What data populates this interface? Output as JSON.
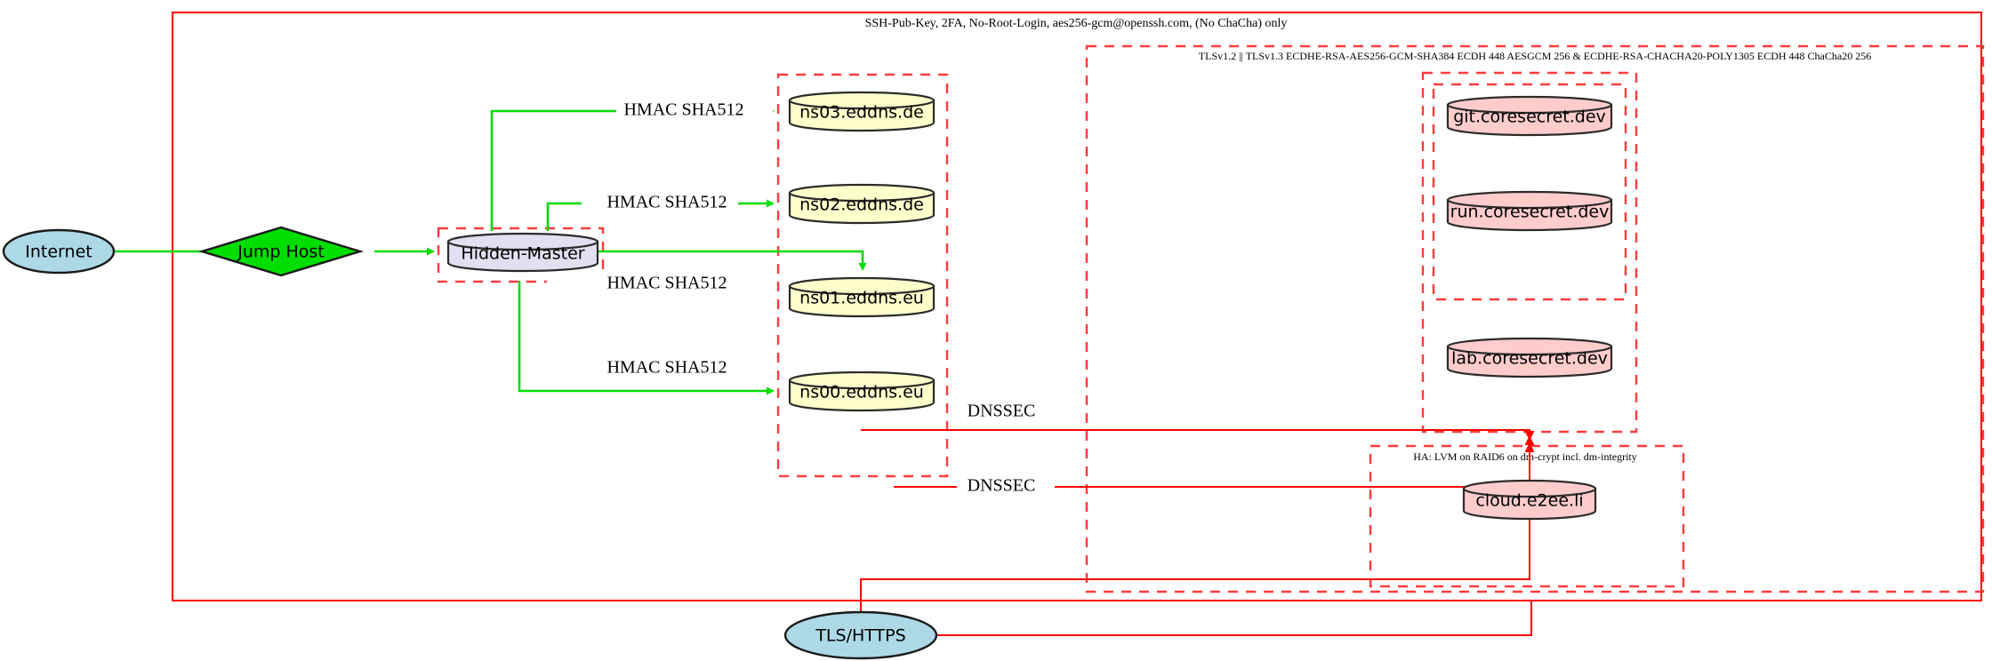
{
  "diagram": {
    "title_note": "SSH-Pub-Key, 2FA, No-Root-Login, aes256-gcm@openssh.com, (No ChaCha) only",
    "colors": {
      "ssh_zone_border": "#ff0000",
      "tls_zone_border": "#ff3b3b",
      "secure_edge": "#00dd00",
      "tls_edge": "#ff0000",
      "internet_fill": "#add8e6",
      "jumphost_fill": "#00dd00",
      "master_fill": "#e0e0f0",
      "dns_fill": "#ffffcc",
      "app_fill": "#ffcccc"
    },
    "clusters": [
      {
        "id": "ssh_zone",
        "label": "SSH-Pub-Key, 2FA, No-Root-Login, aes256-gcm@openssh.com, (No ChaCha) only",
        "style": "solid"
      },
      {
        "id": "tls_zone",
        "label": "TLSv1.2 || TLSv1.3 ECDHE-RSA-AES256-GCM-SHA384 ECDH 448 AESGCM 256 & ECDHE-RSA-CHACHA20-POLY1305 ECDH 448 ChaCha20 256",
        "style": "dashed"
      },
      {
        "id": "ha_zone",
        "label": "HA: LVM on RAID6 on dm-crypt incl. dm-integrity",
        "style": "dashed"
      },
      {
        "id": "master_zone",
        "label": "",
        "style": "dashed"
      },
      {
        "id": "dns_zone",
        "label": "",
        "style": "dashed"
      },
      {
        "id": "app_zone",
        "label": "",
        "style": "dashed"
      },
      {
        "id": "app_inner_zone",
        "label": "",
        "style": "dashed"
      },
      {
        "id": "cloud_zone",
        "label": "",
        "style": "dashed"
      }
    ],
    "nodes": [
      {
        "id": "internet",
        "label": "Internet",
        "shape": "ellipse",
        "fill": "#add8e6"
      },
      {
        "id": "jumphost",
        "label": "Jump Host",
        "shape": "diamond",
        "fill": "#00dd00"
      },
      {
        "id": "master",
        "label": "Hidden-Master",
        "shape": "cylinder",
        "fill": "#e0e0f0"
      },
      {
        "id": "ns03",
        "label": "ns03.eddns.de",
        "shape": "cylinder",
        "fill": "#ffffcc"
      },
      {
        "id": "ns02",
        "label": "ns02.eddns.de",
        "shape": "cylinder",
        "fill": "#ffffcc"
      },
      {
        "id": "ns01",
        "label": "ns01.eddns.eu",
        "shape": "cylinder",
        "fill": "#ffffcc"
      },
      {
        "id": "ns00",
        "label": "ns00.eddns.eu",
        "shape": "cylinder",
        "fill": "#ffffcc"
      },
      {
        "id": "git",
        "label": "git.coresecret.dev",
        "shape": "cylinder",
        "fill": "#ffcccc"
      },
      {
        "id": "run",
        "label": "run.coresecret.dev",
        "shape": "cylinder",
        "fill": "#ffcccc"
      },
      {
        "id": "lab",
        "label": "lab.coresecret.dev",
        "shape": "cylinder",
        "fill": "#ffcccc"
      },
      {
        "id": "cloud",
        "label": "cloud.e2ee.li",
        "shape": "cylinder",
        "fill": "#ffcccc"
      },
      {
        "id": "tlshttps",
        "label": "TLS/HTTPS",
        "shape": "ellipse",
        "fill": "#add8e6"
      }
    ],
    "edges": [
      {
        "from": "internet",
        "to": "jumphost",
        "label": "",
        "color": "#00dd00"
      },
      {
        "from": "jumphost",
        "to": "master",
        "label": "",
        "color": "#00dd00"
      },
      {
        "from": "master",
        "to": "ns03",
        "label": "HMAC SHA512",
        "color": "#00dd00"
      },
      {
        "from": "master",
        "to": "ns02",
        "label": "HMAC SHA512",
        "color": "#00dd00"
      },
      {
        "from": "master",
        "to": "ns01",
        "label": "HMAC SHA512",
        "color": "#00dd00"
      },
      {
        "from": "master",
        "to": "ns00",
        "label": "HMAC SHA512",
        "color": "#00dd00"
      },
      {
        "from": "dns_zone",
        "to": "app_zone",
        "label": "DNSSEC",
        "color": "#ff0000"
      },
      {
        "from": "dns_zone",
        "to": "cloud_zone",
        "label": "DNSSEC",
        "color": "#ff0000"
      },
      {
        "from": "tlshttps",
        "to": "app_zone",
        "label": "",
        "color": "#ff0000"
      },
      {
        "from": "tlshttps",
        "to": "cloud_zone",
        "label": "",
        "color": "#ff0000"
      }
    ],
    "edge_labels": [
      {
        "id": "hmac1",
        "text": "HMAC SHA512"
      },
      {
        "id": "hmac2",
        "text": "HMAC SHA512"
      },
      {
        "id": "hmac3",
        "text": "HMAC SHA512"
      },
      {
        "id": "hmac4",
        "text": "HMAC SHA512"
      },
      {
        "id": "dnssec1",
        "text": "DNSSEC"
      },
      {
        "id": "dnssec2",
        "text": "DNSSEC"
      }
    ]
  }
}
